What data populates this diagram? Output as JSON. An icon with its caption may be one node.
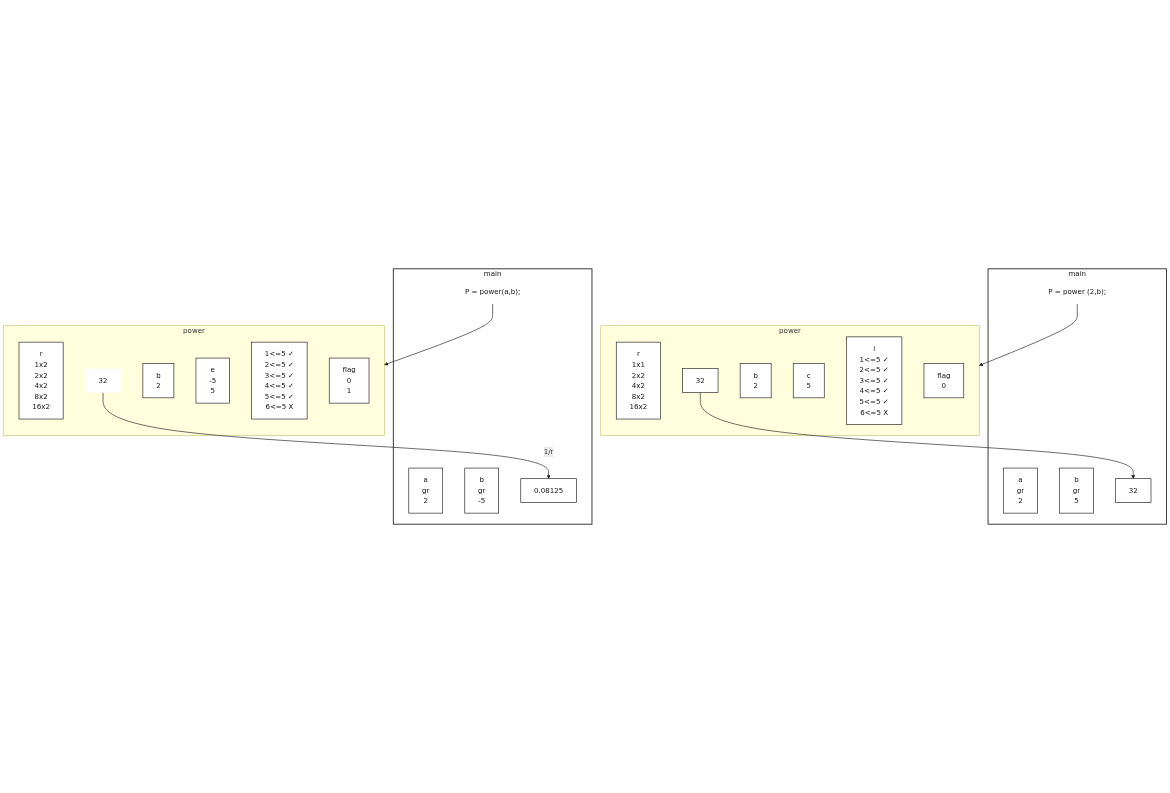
{
  "diagram": {
    "nodes": [
      {
        "text": [
          "main"
        ]
      },
      {
        "text": [
          "a",
          "gr",
          "2"
        ],
        "in": 0
      },
      {
        "text": [
          "b",
          "gr",
          "5"
        ],
        "in": 0
      },
      {
        "text": [
          "P = power (2,b);"
        ],
        "in": 0
      },
      {
        "text": [
          "32"
        ],
        "in": 0
      },
      {
        "text": [
          "power"
        ]
      },
      {
        "text": [
          "r",
          "1x1",
          "2x2",
          "4x2",
          "8x2",
          "16x2"
        ],
        "in": 5
      },
      {
        "text": [
          "32"
        ],
        "in": 5
      },
      {
        "text": [
          "b",
          "2"
        ],
        "in": 5
      },
      {
        "text": [
          "c",
          "5"
        ],
        "in": 5
      },
      {
        "text": [
          "i",
          "1<=5 ✓",
          "2<=5 ✓",
          "3<=5 ✓",
          "4<=5 ✓",
          "5<=5 ✓",
          "6<=5 X"
        ],
        "in": 5
      },
      {
        "text": [
          "flag",
          "0"
        ],
        "in": 5
      },
      {
        "text": [
          "main"
        ]
      },
      {
        "text": [
          "a",
          "gr",
          "2"
        ],
        "in": 12
      },
      {
        "text": [
          "b",
          "gr",
          "-5"
        ],
        "in": 12
      },
      {
        "text": [
          "P = power(a,b);"
        ],
        "in": 12
      },
      {
        "text": [
          "0.08125"
        ],
        "in": 12
      },
      {
        "text": [
          "power"
        ]
      },
      {
        "text": [
          "r",
          "1x2",
          "2x2",
          "4x2",
          "8x2",
          "16x2"
        ],
        "in": 17
      },
      {
        "text": [
          "32"
        ],
        "in": 17
      },
      {
        "text": [
          "b",
          "2"
        ],
        "in": 17
      },
      {
        "text": [
          "e",
          "-5",
          "5"
        ],
        "in": 17
      },
      {
        "text": [
          "1<=5 ✓",
          "2<=5 ✓",
          "3<=5 ✓",
          "4<=5 ✓",
          "5<=5 ✓",
          "6<=5 X"
        ],
        "in": 17
      },
      {
        "text": [
          "flag",
          "0",
          "1"
        ],
        "in": 17
      }
    ],
    "edges": [
      {
        "from": 3,
        "to": 5,
        "arrow": "to"
      },
      {
        "from": 7,
        "to": 4,
        "arrow": "to"
      },
      {
        "from": 15,
        "to": 17,
        "arrow": "to"
      },
      {
        "from": 19,
        "to": 16,
        "label": "1/r",
        "arrow": "to"
      }
    ]
  }
}
